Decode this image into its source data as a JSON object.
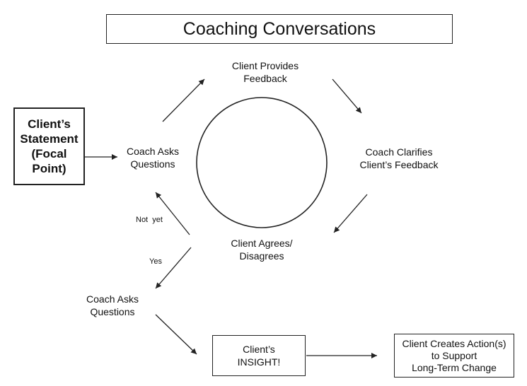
{
  "title": "Coaching Conversations",
  "focal": "Client’s\nStatement\n(Focal\nPoint)",
  "cycle": {
    "coach_asks": "Coach Asks\nQuestions",
    "client_provides": "Client Provides\nFeedback",
    "coach_clarifies": "Coach Clarifies\nClient’s Feedback",
    "client_agrees": "Client Agrees/\nDisagrees"
  },
  "branch_labels": {
    "not_yet": "Not  yet",
    "yes": "Yes"
  },
  "coach_asks_again": "Coach Asks\nQuestions",
  "insight": "Client’s\nINSIGHT!",
  "action": "Client Creates Action(s)\nto Support\nLong-Term Change"
}
